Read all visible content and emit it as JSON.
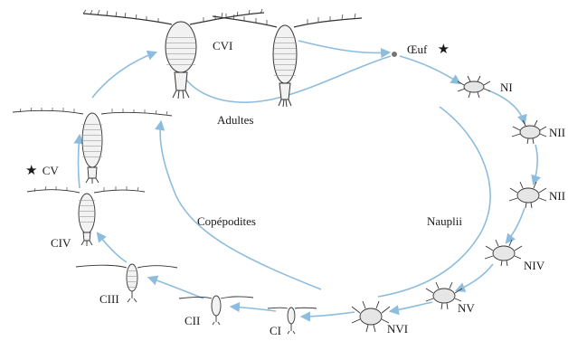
{
  "labels": {
    "cvi": "CVI",
    "adults": "Adultes",
    "egg": "Œuf",
    "ni": "NI",
    "nii": "NII",
    "niii": "NII",
    "niv": "NIV",
    "nv": "NV",
    "nvi": "NVI",
    "ci": "CI",
    "cii": "CII",
    "ciii": "CIII",
    "civ": "CIV",
    "cv": "CV",
    "copepodites": "Copépodites",
    "nauplii": "Nauplii"
  },
  "markers": {
    "star": "★"
  },
  "colors": {
    "arrow": "#8cbcde",
    "drawing": "#333333",
    "body_fill": "#f2f2f2"
  }
}
